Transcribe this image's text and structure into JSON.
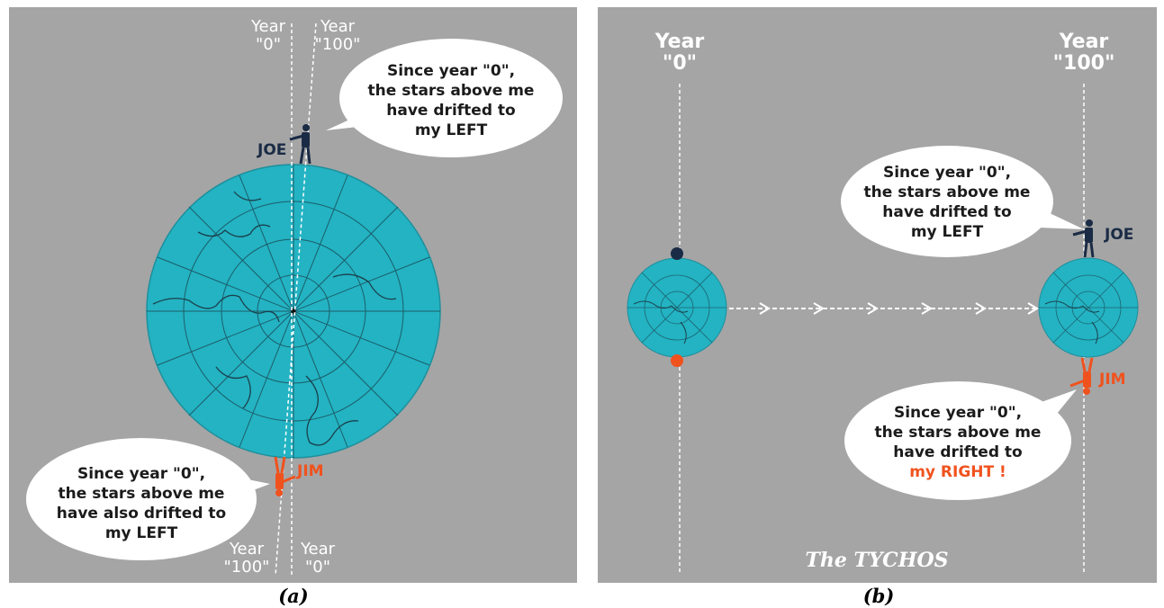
{
  "panel_a": {
    "caption": "(a)",
    "top_year_0": [
      "Year",
      "\"0\""
    ],
    "top_year_100": [
      "Year",
      "\"100\""
    ],
    "bottom_year_100": [
      "Year",
      "\"100\""
    ],
    "bottom_year_0": [
      "Year",
      "\"0\""
    ],
    "joe_name": "JOE",
    "jim_name": "JIM",
    "joe_bubble": [
      "Since year \"0\",",
      "the stars above me",
      "have drifted to",
      "my LEFT"
    ],
    "jim_bubble": [
      "Since year \"0\",",
      "the stars above me",
      "have also drifted to",
      "my LEFT"
    ]
  },
  "panel_b": {
    "caption": "(b)",
    "year_0": [
      "Year",
      "\"0\""
    ],
    "year_100": [
      "Year",
      "\"100\""
    ],
    "joe_name": "JOE",
    "jim_name": "JIM",
    "joe_bubble": [
      "Since year \"0\",",
      "the stars above me",
      "have drifted to",
      "my LEFT"
    ],
    "jim_bubble": [
      "Since year \"0\",",
      "the stars above me",
      "have drifted to",
      "my RIGHT !"
    ],
    "brand": "The TYCHOS"
  },
  "colors": {
    "background": "#a5a5a5",
    "globe": "#23b3c3",
    "joe": "#1a2b45",
    "jim": "#f0521e"
  },
  "icons": {
    "joe_figure": "standing-person-icon",
    "jim_figure": "upside-down-person-icon",
    "globe": "earth-north-pole-globe"
  }
}
